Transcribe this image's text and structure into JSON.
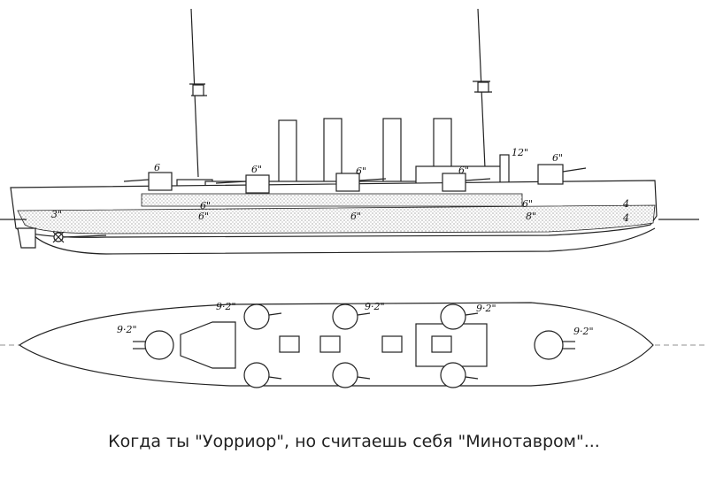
{
  "side_view_labels": {
    "gun1": "6",
    "gun2": "6\"",
    "gun3": "6\"",
    "gun4": "6\"",
    "gun5": "6\"",
    "gun6": "12\"",
    "belt_fore": "3\"",
    "casemate_a": "6\"",
    "casemate_b": "6\"",
    "belt_mid": "6\"",
    "casemate_c": "6\"",
    "belt_aft": "8\"",
    "stern_a": "4",
    "stern_b": "4"
  },
  "plan_view_labels": {
    "bow_turret": "9·2\"",
    "fwd_turret": "9·2\"",
    "mid_turret": "9·2\"",
    "aft_turret": "9·2\"",
    "stern_turret": "9·2\""
  },
  "caption": "Когда ты \"Уорриор\", но считаешь себя \"Минотавром\"..."
}
